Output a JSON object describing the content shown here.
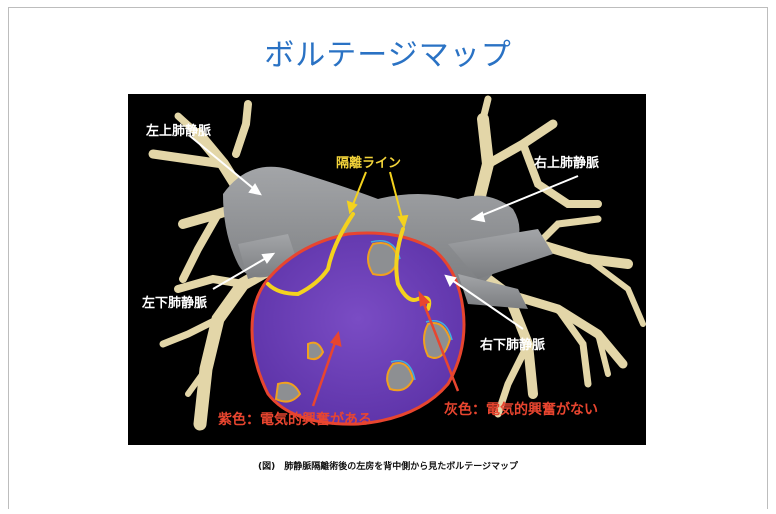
{
  "slide": {
    "title": "ボルテージマップ",
    "caption": "(図)　肺静脈隔離術後の左房を背中側から見たボルテージマップ"
  },
  "figure": {
    "labels": {
      "lspv": "左上肺静脈",
      "rspv": "右上肺静脈",
      "lipv": "左下肺静脈",
      "ripv": "右下肺静脈",
      "isolation_line": "隔離ライン",
      "purple": "紫色：電気的興奮がある",
      "gray": "灰色：電気的興奮がない"
    },
    "colors": {
      "background": "#000000",
      "vein": "#e3d6a8",
      "atrium_gray": "#8d8f92",
      "purple": "#6b3fb5",
      "isolation_line": "#f4d21e",
      "annotation_red": "#e8452f",
      "title_blue": "#2a72c4"
    }
  }
}
